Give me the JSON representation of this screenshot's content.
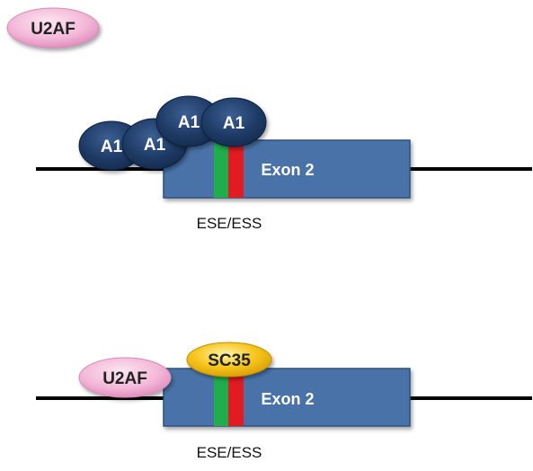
{
  "panels": [
    {
      "free_factor": "U2AF",
      "a1_labels": [
        "A1",
        "A1",
        "A1",
        "A1"
      ],
      "exon_label": "Exon 2",
      "site_label": "ESE/ESS"
    },
    {
      "bound_factor": "U2AF",
      "sr_protein": "SC35",
      "exon_label": "Exon 2",
      "site_label": "ESE/ESS"
    }
  ],
  "colors": {
    "exon": "#4a73a8",
    "ese": "#1fae4b",
    "ess": "#e01b22",
    "a1": "#1f3b66",
    "u2af": "#f3b8d8",
    "sc35": "#f6c417",
    "line": "#000000"
  }
}
